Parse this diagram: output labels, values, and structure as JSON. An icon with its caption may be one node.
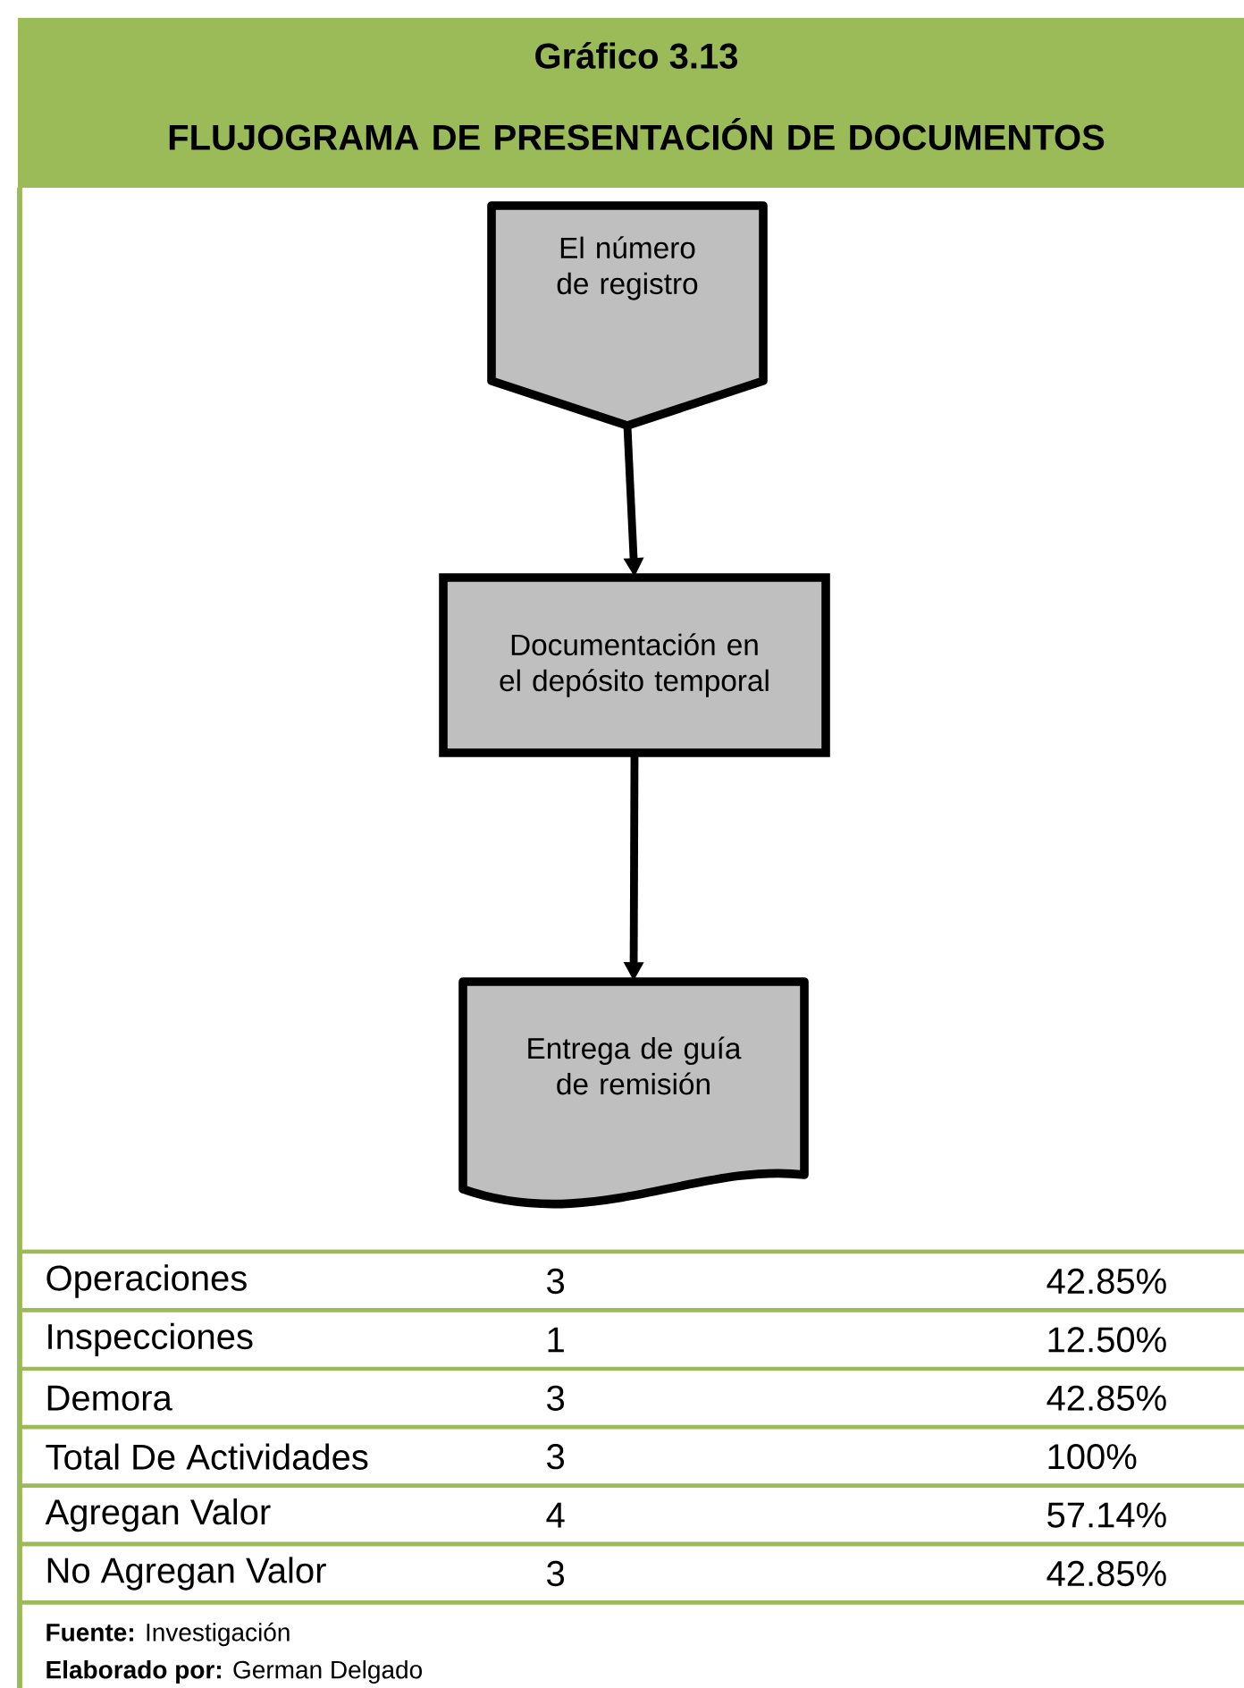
{
  "diagram": {
    "title": "FLUJOGRAMA DE PRESENTACIÓN DE DOCUMENTOS",
    "nodes": [
      {
        "text": [
          "El número de registro"
        ]
      },
      {
        "text": [
          "Documentación en el depósito temporal"
        ]
      },
      {
        "text": [
          "Entrega de guía de remisión"
        ]
      }
    ],
    "edges": [
      {
        "from": 0,
        "to": 1,
        "arrow": "to"
      },
      {
        "from": 1,
        "to": 2,
        "arrow": "to"
      }
    ],
    "labels": [
      "Gráfico 3.13",
      "Operaciones",
      "3",
      "42.85%",
      "Inspecciones",
      "1",
      "12.50%",
      "Demora",
      "3",
      "42.85%",
      "Total De Actividades",
      "3",
      "100%",
      "Agregan Valor",
      "4",
      "57.14%",
      "No Agregan Valor",
      "3",
      "42.85%",
      "**Fuente:** Investigación",
      "**Elaborado por:** German Delgado"
    ]
  }
}
